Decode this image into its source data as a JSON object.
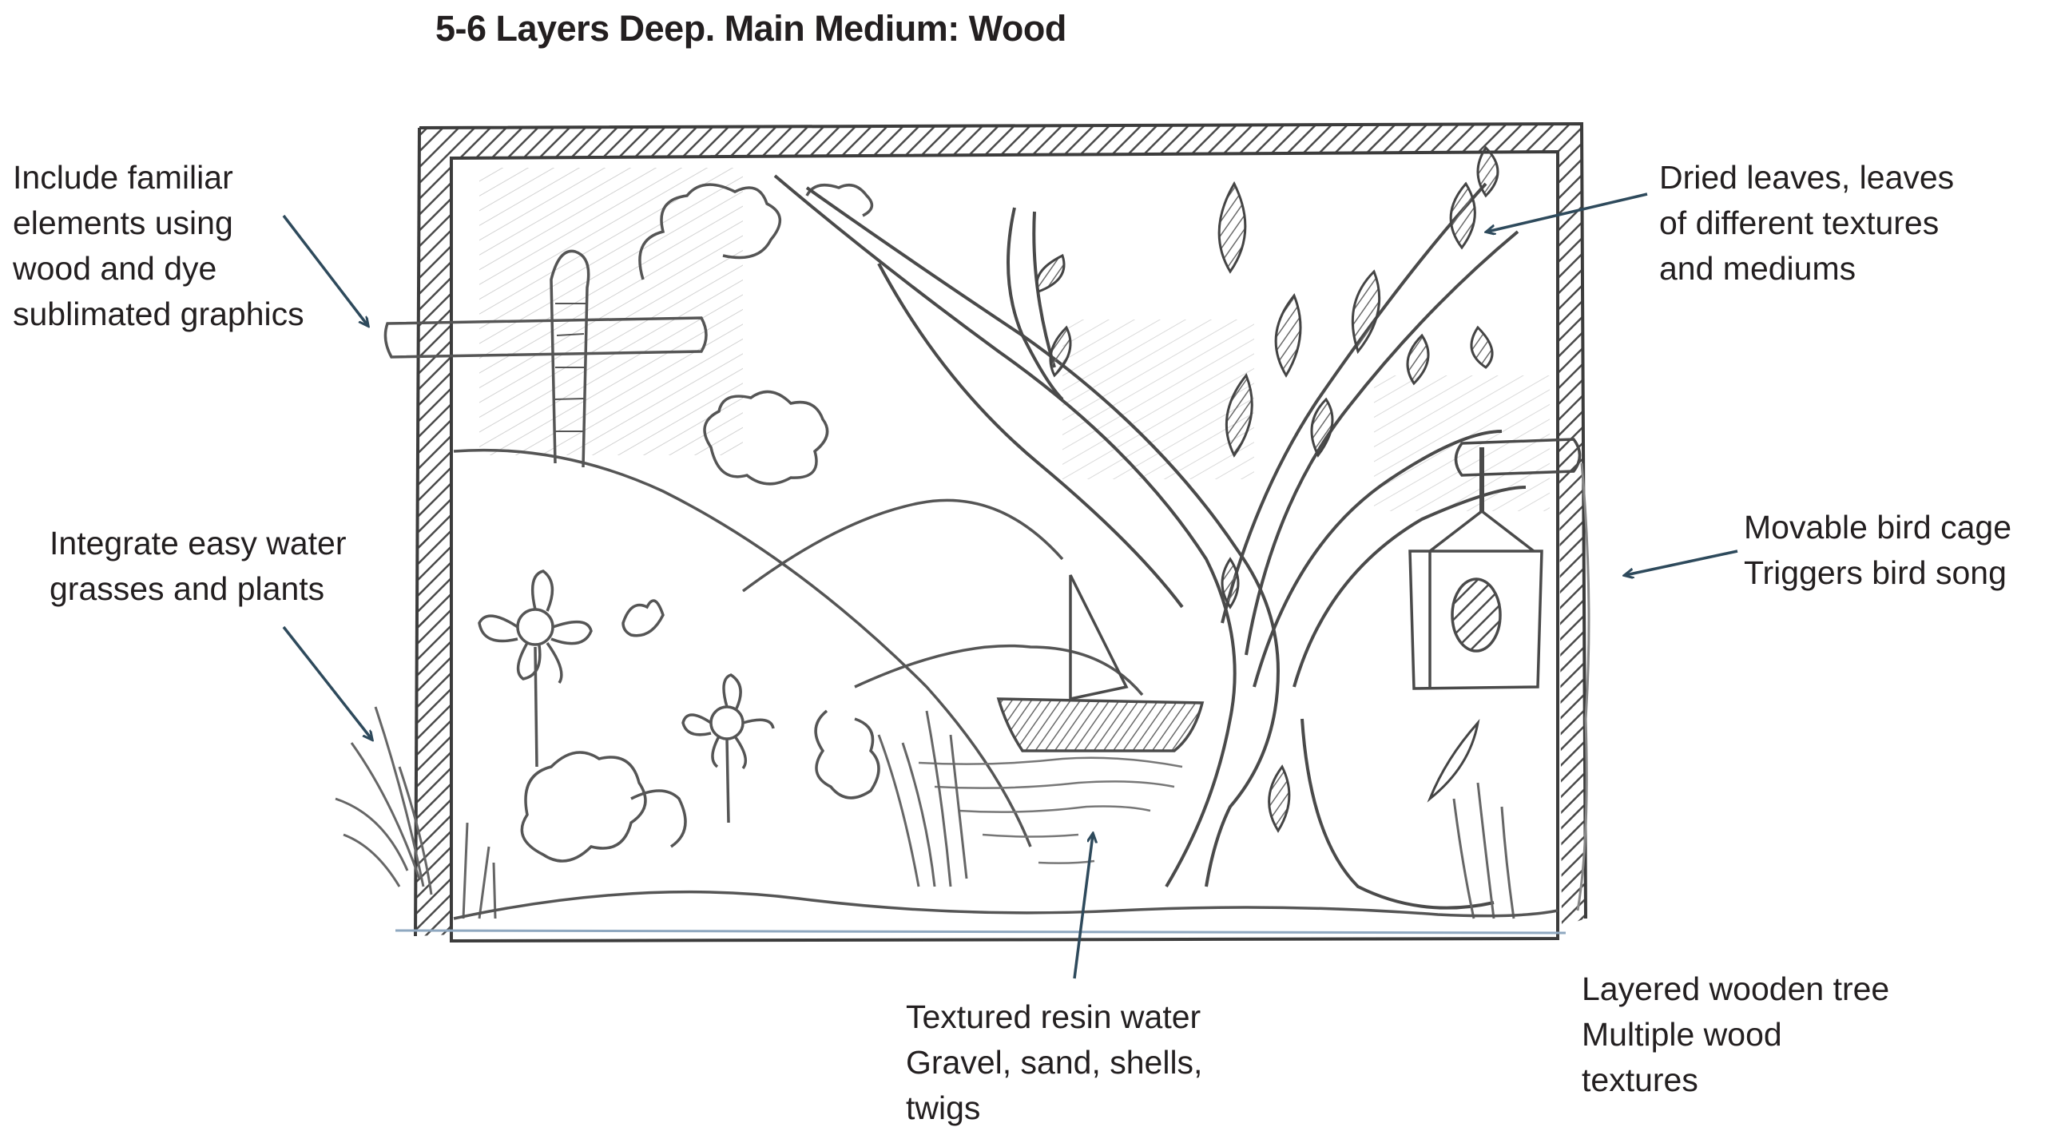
{
  "title": "5-6 Layers Deep. Main Medium: Wood",
  "colors": {
    "text": "#231f20",
    "arrow": "#2e4a5c",
    "pencil": "#5a5a5a",
    "pencil_light": "#9a9a9a",
    "pencil_dark": "#3c3c3c"
  },
  "annotations": {
    "familiar_elements": {
      "lines": [
        "Include familiar",
        "elements using",
        "wood and dye",
        "sublimated graphics"
      ]
    },
    "water_grasses": {
      "lines": [
        "Integrate easy water",
        "grasses and plants"
      ]
    },
    "dried_leaves": {
      "lines": [
        "Dried leaves, leaves",
        "of different textures",
        "and mediums"
      ]
    },
    "bird_cage": {
      "lines": [
        "Movable bird cage",
        "Triggers bird song"
      ]
    },
    "resin_water": {
      "lines": [
        "Textured resin water",
        "Gravel, sand, shells,",
        "twigs"
      ]
    },
    "wooden_tree": {
      "lines": [
        "Layered wooden tree",
        "Multiple wood",
        "textures"
      ]
    }
  }
}
